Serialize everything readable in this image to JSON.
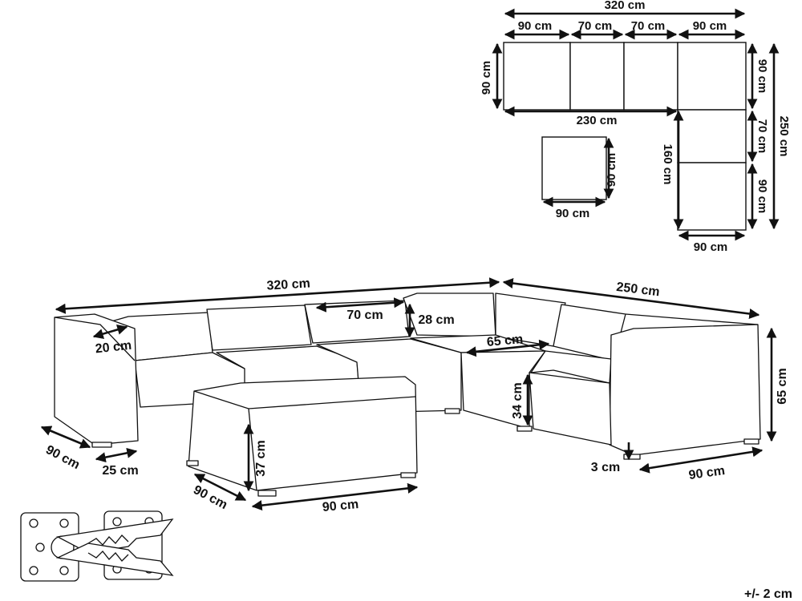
{
  "plan": {
    "top_total": "320 cm",
    "segments": [
      "90 cm",
      "70 cm",
      "70 cm",
      "90 cm"
    ],
    "left_depth": "90 cm",
    "inner_length": "230 cm",
    "right_total": "250 cm",
    "right_segments": [
      "90 cm",
      "70 cm",
      "90 cm"
    ],
    "inner_vertical": "160 cm",
    "bottom_width": "90 cm",
    "ottoman_width": "90 cm",
    "ottoman_depth": "90 cm"
  },
  "sofa": {
    "width": "320 cm",
    "length": "250 cm",
    "seat_width": "70 cm",
    "back_height": "28 cm",
    "arm_width": "20 cm",
    "seat_depth": "65 cm",
    "seat_height": "34 cm",
    "total_height": "65 cm",
    "depth": "90 cm",
    "leg_offset": "25 cm",
    "leg_height": "3 cm",
    "module_width": "90 cm"
  },
  "ottoman": {
    "height": "37 cm",
    "depth": "90 cm",
    "width": "90 cm"
  },
  "tolerance": "+/- 2 cm"
}
